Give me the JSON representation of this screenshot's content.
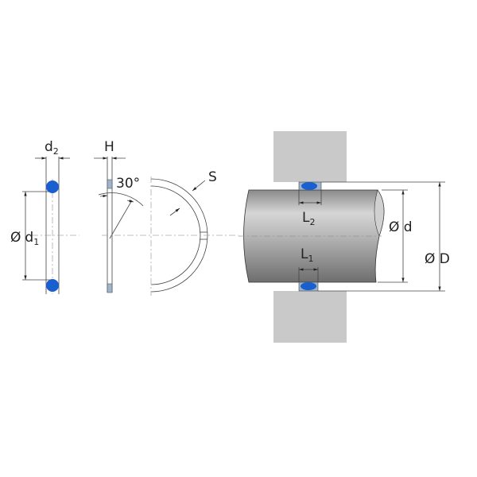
{
  "labels": {
    "d2": {
      "main": "d",
      "sub": "2"
    },
    "d1": {
      "prefix": "Ø",
      "main": "d",
      "sub": "1"
    },
    "h": "H",
    "angle": "30°",
    "s": "S",
    "l2": {
      "main": "L",
      "sub": "2"
    },
    "l1": {
      "main": "L",
      "sub": "1"
    },
    "d": "Ø d",
    "D": "Ø D"
  },
  "colors": {
    "seal": "#1a5fd0",
    "housing": "#c9c9c9",
    "groove": "#9fb3cc",
    "line": "#333333"
  }
}
